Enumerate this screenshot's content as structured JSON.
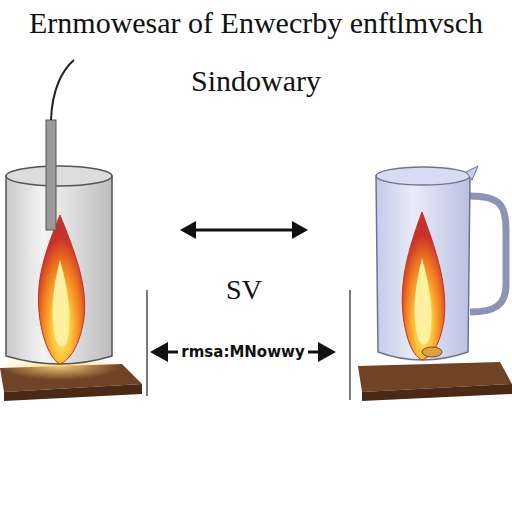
{
  "diagram": {
    "title": "Ernmowesar of Enwecrby enftlmvsch Sindowary",
    "labels": [
      "SV",
      "rmsa:MNowwy"
    ]
  }
}
